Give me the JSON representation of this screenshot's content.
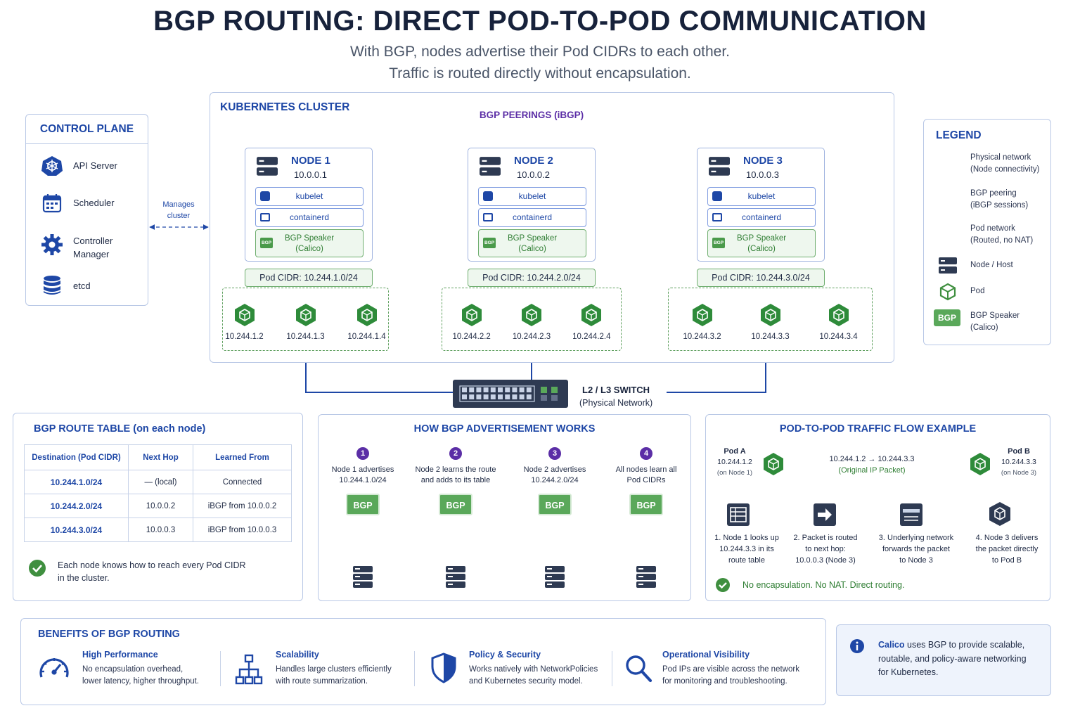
{
  "title": "BGP ROUTING: DIRECT POD-TO-POD COMMUNICATION",
  "subtitle_lines": [
    "With BGP, nodes advertise their Pod CIDRs to each other.",
    "Traffic is routed directly without encapsulation."
  ],
  "control_plane": {
    "title": "CONTROL PLANE",
    "items": [
      {
        "icon": "kubernetes-wheel-icon",
        "label": "API Server"
      },
      {
        "icon": "calendar-icon",
        "label": "Scheduler"
      },
      {
        "icon": "gear-icon",
        "label": "Controller Manager"
      },
      {
        "icon": "database-icon",
        "label": "etcd"
      }
    ],
    "manages_label_1": "Manages",
    "manages_label_2": "cluster"
  },
  "cluster": {
    "title": "KUBERNETES CLUSTER",
    "peering_label": "BGP PEERINGS (iBGP)",
    "nodes": [
      {
        "name": "NODE 1",
        "ip": "10.0.0.1",
        "kubelet": "kubelet",
        "containerd": "containerd",
        "bgp_1": "BGP Speaker",
        "bgp_2": "(Calico)",
        "cidr": "Pod CIDR: 10.244.1.0/24",
        "pods": [
          "10.244.1.2",
          "10.244.1.3",
          "10.244.1.4"
        ]
      },
      {
        "name": "NODE 2",
        "ip": "10.0.0.2",
        "kubelet": "kubelet",
        "containerd": "containerd",
        "bgp_1": "BGP Speaker",
        "bgp_2": "(Calico)",
        "cidr": "Pod CIDR: 10.244.2.0/24",
        "pods": [
          "10.244.2.2",
          "10.244.2.3",
          "10.244.2.4"
        ]
      },
      {
        "name": "NODE 3",
        "ip": "10.0.0.3",
        "kubelet": "kubelet",
        "containerd": "containerd",
        "bgp_1": "BGP Speaker",
        "bgp_2": "(Calico)",
        "cidr": "Pod CIDR: 10.244.3.0/24",
        "pods": [
          "10.244.3.2",
          "10.244.3.3",
          "10.244.3.4"
        ]
      }
    ],
    "bgp_tag": "BGP"
  },
  "switch": {
    "title": "L2 / L3 SWITCH",
    "subtitle": "(Physical Network)"
  },
  "legend": {
    "title": "LEGEND",
    "items": [
      {
        "line1": "Physical network",
        "line2": "(Node connectivity)"
      },
      {
        "line1": "BGP peering",
        "line2": "(iBGP sessions)"
      },
      {
        "line1": "Pod network",
        "line2": "(Routed, no NAT)"
      },
      {
        "line1": "Node / Host",
        "line2": ""
      },
      {
        "line1": "Pod",
        "line2": ""
      },
      {
        "line1": "BGP Speaker",
        "line2": "(Calico)"
      }
    ],
    "bgp_chip": "BGP",
    "colors": {
      "physical": "#1e47a6",
      "bgp": "#5b2ea6",
      "pod": "#3f8f3f"
    }
  },
  "route_table": {
    "title": "BGP ROUTE TABLE (on each node)",
    "headers": [
      "Destination (Pod CIDR)",
      "Next Hop",
      "Learned From"
    ],
    "rows": [
      [
        "10.244.1.0/24",
        "— (local)",
        "Connected"
      ],
      [
        "10.244.2.0/24",
        "10.0.0.2",
        "iBGP from 10.0.0.2"
      ],
      [
        "10.244.3.0/24",
        "10.0.0.3",
        "iBGP from 10.0.0.3"
      ]
    ],
    "note_1": "Each node knows how to reach every Pod CIDR",
    "note_2": "in the cluster."
  },
  "advertisement": {
    "title": "HOW BGP ADVERTISEMENT WORKS",
    "steps": [
      {
        "num": "1",
        "line1": "Node 1 advertises",
        "line2": "10.244.1.0/24"
      },
      {
        "num": "2",
        "line1": "Node 2 learns the route",
        "line2": "and adds to its table"
      },
      {
        "num": "3",
        "line1": "Node 2 advertises",
        "line2": "10.244.2.0/24"
      },
      {
        "num": "4",
        "line1": "All nodes learn all",
        "line2": "Pod CIDRs"
      }
    ],
    "bgp_label": "BGP"
  },
  "traffic": {
    "title": "POD-TO-POD TRAFFIC FLOW EXAMPLE",
    "pod_a": {
      "name": "Pod A",
      "ip": "10.244.1.2",
      "where": "(on Node 1)"
    },
    "pod_b": {
      "name": "Pod B",
      "ip": "10.244.3.3",
      "where": "(on Node 3)"
    },
    "packet_1": "10.244.1.2 → 10.244.3.3",
    "packet_2": "(Original IP Packet)",
    "steps": [
      {
        "l1": "1.  Node 1 looks up",
        "l2": "10.244.3.3 in its",
        "l3": "route table"
      },
      {
        "l1": "2.  Packet is routed",
        "l2": "to next hop:",
        "l3": "10.0.0.3 (Node 3)"
      },
      {
        "l1": "3.  Underlying network",
        "l2": "forwards the packet",
        "l3": "to Node 3"
      },
      {
        "l1": "4.  Node 3 delivers",
        "l2": "the packet directly",
        "l3": "to Pod B"
      }
    ],
    "note": "No encapsulation. No NAT. Direct routing."
  },
  "benefits": {
    "title": "BENEFITS OF BGP ROUTING",
    "items": [
      {
        "icon": "speedometer-icon",
        "title": "High Performance",
        "l1": "No encapsulation overhead,",
        "l2": "lower latency, higher throughput."
      },
      {
        "icon": "hierarchy-icon",
        "title": "Scalability",
        "l1": "Handles large clusters efficiently",
        "l2": "with route summarization."
      },
      {
        "icon": "shield-icon",
        "title": "Policy & Security",
        "l1": "Works natively with NetworkPolicies",
        "l2": "and Kubernetes security model."
      },
      {
        "icon": "magnifier-icon",
        "title": "Operational Visibility",
        "l1": "Pod IPs are visible across the network",
        "l2": "for monitoring and troubleshooting."
      }
    ]
  },
  "info": {
    "bold": "Calico",
    "rest_1": " uses BGP to provide scalable,",
    "line2": "routable, and policy-aware networking",
    "line3": "for Kubernetes."
  }
}
